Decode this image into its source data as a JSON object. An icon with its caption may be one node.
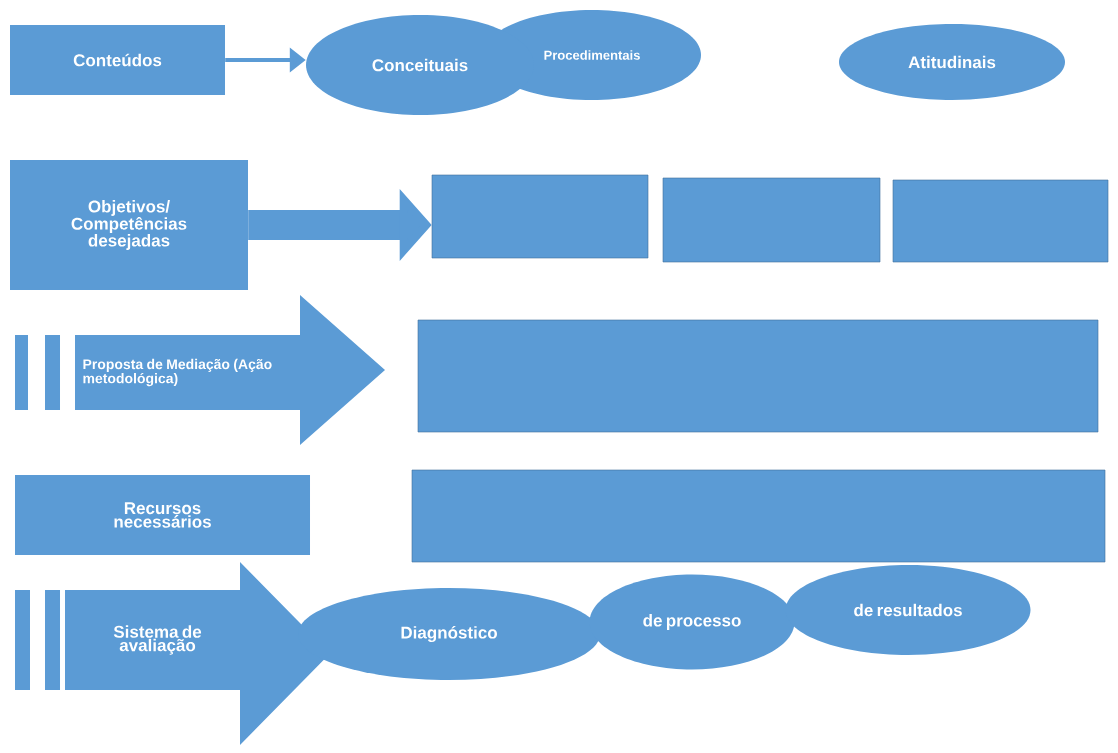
{
  "diagram": {
    "nodes": [
      {
        "text": [
          "Conteúdos"
        ]
      },
      {
        "text": [
          "Conceituais"
        ]
      },
      {
        "text": [
          "Procedimentais"
        ]
      },
      {
        "text": [
          "Atitudinais"
        ]
      },
      {
        "text": [
          "Objetivos/ Competências desejadas"
        ]
      },
      {
        "text": [],
        "shape": "box"
      },
      {
        "text": [],
        "shape": "box"
      },
      {
        "text": [],
        "shape": "box"
      },
      {
        "text": [],
        "shape": "bar"
      },
      {
        "text": [],
        "shape": "bar"
      },
      {
        "text": [
          "Proposta de Mediação (Ação metodológica)"
        ]
      },
      {
        "text": [],
        "shape": "box"
      },
      {
        "text": [
          "Recursos necessários"
        ]
      },
      {
        "text": [],
        "shape": "box"
      },
      {
        "text": [],
        "shape": "bar"
      },
      {
        "text": [],
        "shape": "bar"
      },
      {
        "text": [
          "Sistema de avaliação"
        ]
      },
      {
        "text": [
          "Diagnóstico"
        ]
      },
      {
        "text": [
          "de processo"
        ]
      },
      {
        "text": [
          "de resultados"
        ]
      }
    ],
    "edges": [
      {
        "from": 0,
        "to": 1,
        "arrow": "to"
      },
      {
        "from": 4,
        "to": 5,
        "arrow": "to",
        "style": "thick"
      }
    ]
  }
}
